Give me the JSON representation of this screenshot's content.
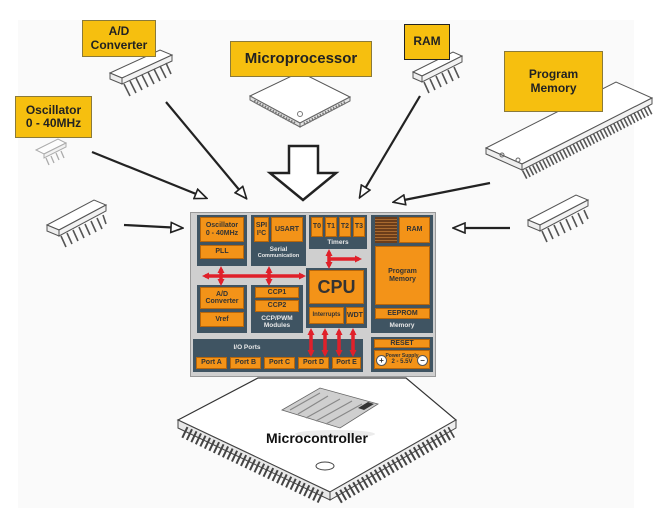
{
  "labels": {
    "ad_converter": [
      "A/D",
      "Converter"
    ],
    "microprocessor": "Microprocessor",
    "ram": "RAM",
    "program_memory": [
      "Program",
      "Memory"
    ],
    "oscillator": [
      "Oscillator",
      "0 - 40MHz"
    ],
    "microcontroller": "Microcontroller"
  },
  "die": {
    "oscillator": [
      "Oscillator",
      "0 - 40MHz"
    ],
    "pll": "PLL",
    "spi": "SPI",
    "i2c": "I²C",
    "usart": "USART",
    "serial_caption": [
      "Serial",
      "Communication"
    ],
    "timers": [
      "T0",
      "T1",
      "T2",
      "T3"
    ],
    "timers_caption": "Timers",
    "cpu": "CPU",
    "interrupts": "Interrupts",
    "wdt": "WDT",
    "ad": [
      "A/D",
      "Converter"
    ],
    "vref": "Vref",
    "ccp1": "CCP1",
    "ccp2": "CCP2",
    "ccp_caption": [
      "CCP/PWM",
      "Modules"
    ],
    "ram": "RAM",
    "program_memory": [
      "Program",
      "Memory"
    ],
    "eeprom": "EEPROM",
    "memory_caption": "Memory",
    "io_caption": "I/O Ports",
    "ports": [
      "Port A",
      "Port B",
      "Port C",
      "Port D",
      "Port E"
    ],
    "reset": "RESET",
    "power_supply": [
      "Power Supply",
      "2 - 5.5V"
    ],
    "plus_symbol": "+",
    "minus_symbol": "−"
  },
  "colors": {
    "label_yellow": "#f6bf0f",
    "block_orange": "#f39318",
    "block_slate": "#3f5462",
    "bus_red": "#e0202a"
  }
}
